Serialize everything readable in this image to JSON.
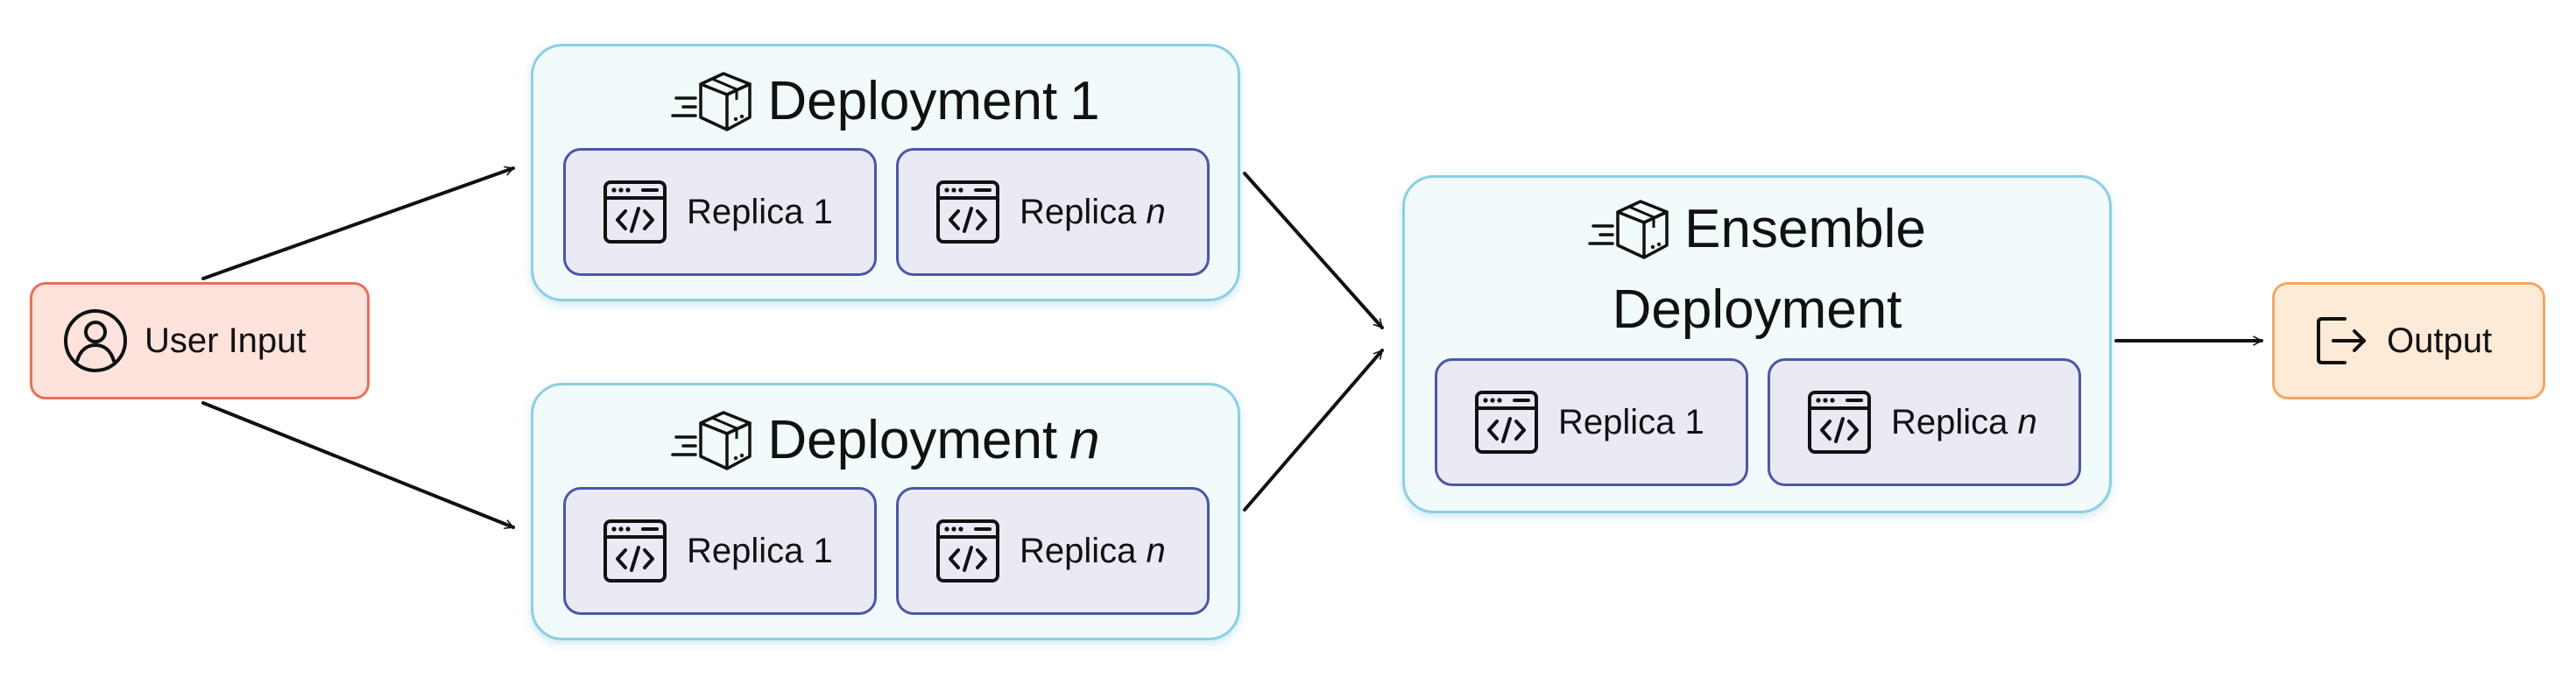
{
  "user_input": {
    "label": "User Input",
    "icon": "user-circle-icon"
  },
  "output": {
    "label": "Output",
    "icon": "exit-icon"
  },
  "deployments": {
    "dep1": {
      "title_word": "Deployment",
      "title_suffix": "1",
      "icon": "package-delivery-icon",
      "replica_a": {
        "label": "Replica",
        "suffix": "1",
        "icon": "code-window-icon"
      },
      "replica_b": {
        "label": "Replica",
        "suffix": "n",
        "icon": "code-window-icon"
      }
    },
    "depn": {
      "title_word": "Deployment",
      "title_suffix": "n",
      "icon": "package-delivery-icon",
      "replica_a": {
        "label": "Replica",
        "suffix": "1",
        "icon": "code-window-icon"
      },
      "replica_b": {
        "label": "Replica",
        "suffix": "n",
        "icon": "code-window-icon"
      }
    },
    "ensemble": {
      "title_line1": "Ensemble",
      "title_line2": "Deployment",
      "icon": "package-delivery-icon",
      "replica_a": {
        "label": "Replica",
        "suffix": "1",
        "icon": "code-window-icon"
      },
      "replica_b": {
        "label": "Replica",
        "suffix": "n",
        "icon": "code-window-icon"
      }
    }
  },
  "colors": {
    "input_fill": "#fde3dc",
    "input_border": "#e8705a",
    "output_fill": "#fdebd8",
    "output_border": "#f2a765",
    "deployment_fill": "#f1fbfc",
    "deployment_border": "#8ccfe2",
    "replica_fill": "#eaeaf5",
    "replica_border": "#4a57a8",
    "arrow": "#111111"
  }
}
